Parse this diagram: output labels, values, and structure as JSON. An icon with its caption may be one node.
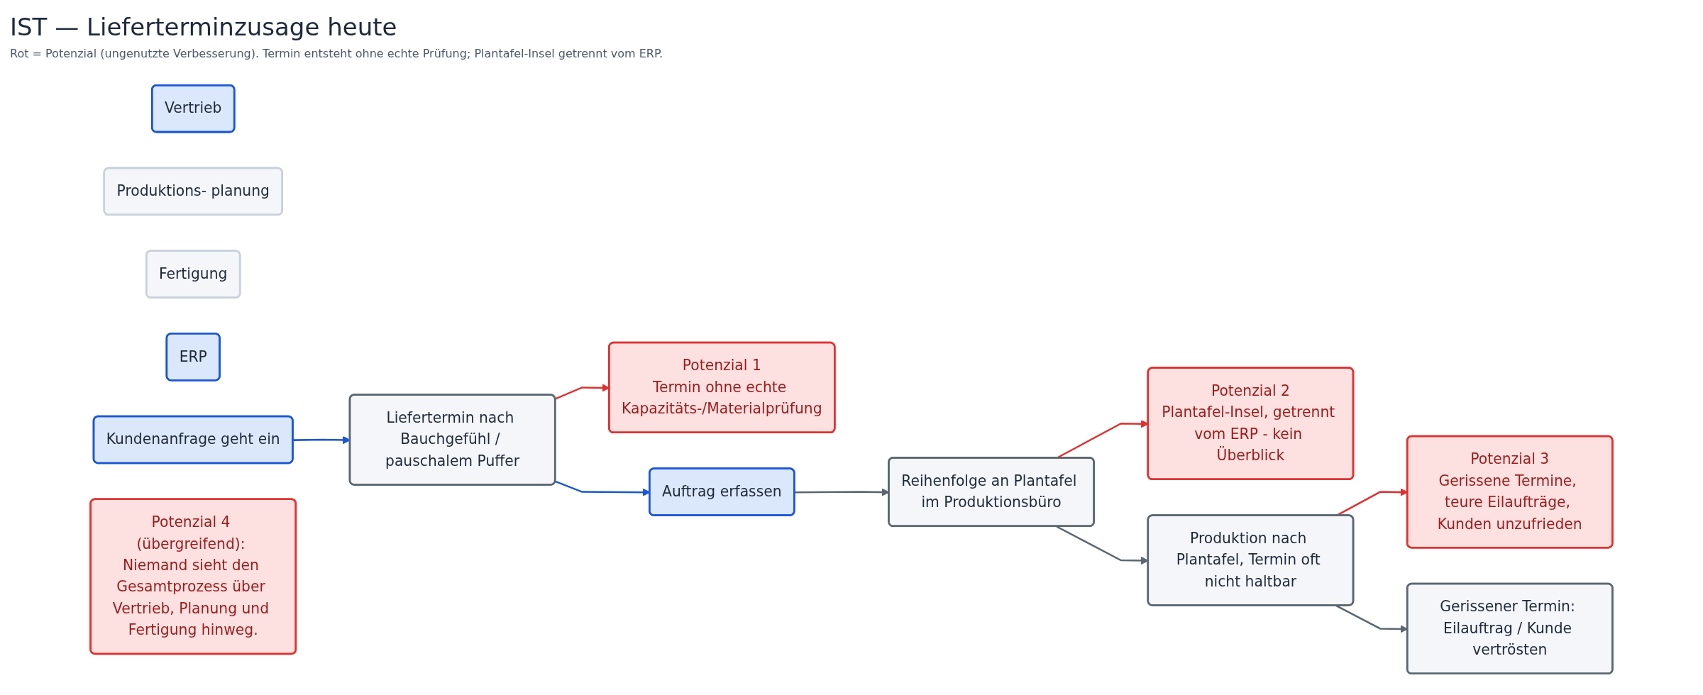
{
  "diagram": {
    "title": "IST — Lieferterminzusage heute",
    "caption": "Rot = Potenzial (ungenutzte Verbesserung). Termin entsteht ohne echte Prüfung; Plantafel-Insel getrennt vom ERP.",
    "nodes": [
      {
        "text": [
          "Vertrieb"
        ]
      },
      {
        "text": [
          "Produktions- planung"
        ]
      },
      {
        "text": [
          "Fertigung"
        ]
      },
      {
        "text": [
          "ERP"
        ]
      },
      {
        "text": [
          "Kundenanfrage geht ein"
        ]
      },
      {
        "text": [
          "Liefertermin nach Bauchgefühl / pauschalem Puffer"
        ]
      },
      {
        "text": [
          "Potenzial 1",
          "Termin ohne echte Kapazitäts-/Materialprüfung"
        ]
      },
      {
        "text": [
          "Auftrag erfassen"
        ]
      },
      {
        "text": [
          "Reihenfolge an Plantafel im Produktionsbüro"
        ]
      },
      {
        "text": [
          "Potenzial 2",
          "Plantafel-Insel, getrennt vom ERP - kein Überblick"
        ]
      },
      {
        "text": [
          "Produktion nach Plantafel, Termin oft nicht haltbar"
        ]
      },
      {
        "text": [
          "Potenzial 3",
          "Gerissene Termine, teure Eilaufträge, Kunden unzufrieden"
        ]
      },
      {
        "text": [
          "Gerissener Termin: Eilauftrag / Kunde vertrösten"
        ]
      },
      {
        "text": [
          "Potenzial 4 (übergreifend): Niemand sieht den Gesamtprozess über Vertrieb, Planung und Fertigung hinweg."
        ]
      }
    ],
    "edges": [
      {
        "from": 4,
        "to": 5,
        "arrow": "to",
        "color": "#1a56d6"
      },
      {
        "from": 5,
        "to": 6,
        "arrow": "to",
        "color": "#e03131"
      },
      {
        "from": 5,
        "to": 7,
        "arrow": "to",
        "color": "#1a56d6"
      },
      {
        "from": 7,
        "to": 8,
        "arrow": "to",
        "color": "#5b6770"
      },
      {
        "from": 8,
        "to": 9,
        "arrow": "to",
        "color": "#e03131"
      },
      {
        "from": 8,
        "to": 10,
        "arrow": "to",
        "color": "#5b6770"
      },
      {
        "from": 10,
        "to": 11,
        "arrow": "to",
        "color": "#e03131"
      },
      {
        "from": 10,
        "to": 12,
        "arrow": "to",
        "color": "#5b6770"
      }
    ]
  }
}
